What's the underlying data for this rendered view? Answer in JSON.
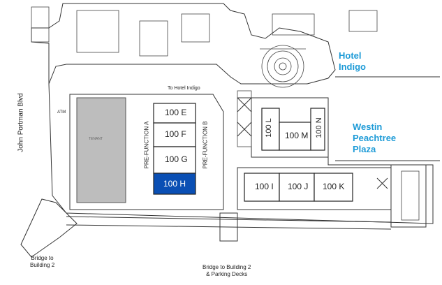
{
  "street": "John Portman Blvd",
  "hotels": {
    "indigo": [
      "Hotel",
      "Indigo"
    ],
    "westin": [
      "Westin",
      "Peachtree",
      "Plaza"
    ]
  },
  "rooms": {
    "e": "100 E",
    "f": "100 F",
    "g": "100 G",
    "h": "100 H",
    "i": "100 I",
    "j": "100 J",
    "k": "100 K",
    "l": "100 L",
    "m": "100 M",
    "n": "100 N"
  },
  "prefunction_a": "PRE-FUNCTION A",
  "prefunction_b": "PRE-FUNCTION B",
  "tenant": "TENANT",
  "atm": "ATM",
  "to_hotel_indigo": "To Hotel Indigo",
  "bridge_left": [
    "Bridge to",
    "Building 2"
  ],
  "bridge_bottom": [
    "Bridge to Building 2",
    "& Parking Decks"
  ],
  "colors": {
    "highlight": "#0a4fb4",
    "hotel_label": "#1e9bd7",
    "tenant": "#bdbdbd"
  }
}
